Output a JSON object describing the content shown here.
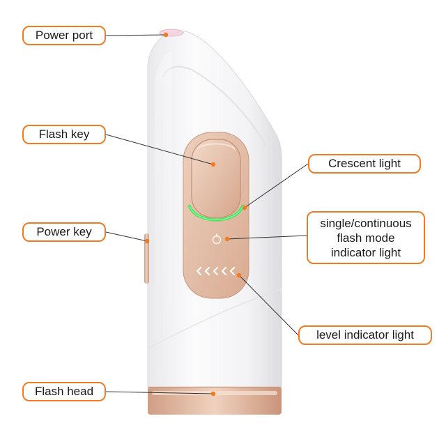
{
  "callouts": {
    "power_port": "Power port",
    "flash_key": "Flash key",
    "power_key": "Power key",
    "flash_head": "Flash head",
    "crescent_light": "Crescent light",
    "mode_indicator": [
      "single/continuous",
      "flash mode",
      "indicator light"
    ],
    "level_indicator": "level indicator light"
  },
  "colors": {
    "callout_border": "#f07b22",
    "leader_line": "#333333",
    "device_body": "#f6f6f7",
    "rose_gold": "#e3b89e",
    "crescent_light": "#39e65a",
    "level_lights": "#ffffff"
  },
  "indicator": {
    "level_count": 5
  }
}
